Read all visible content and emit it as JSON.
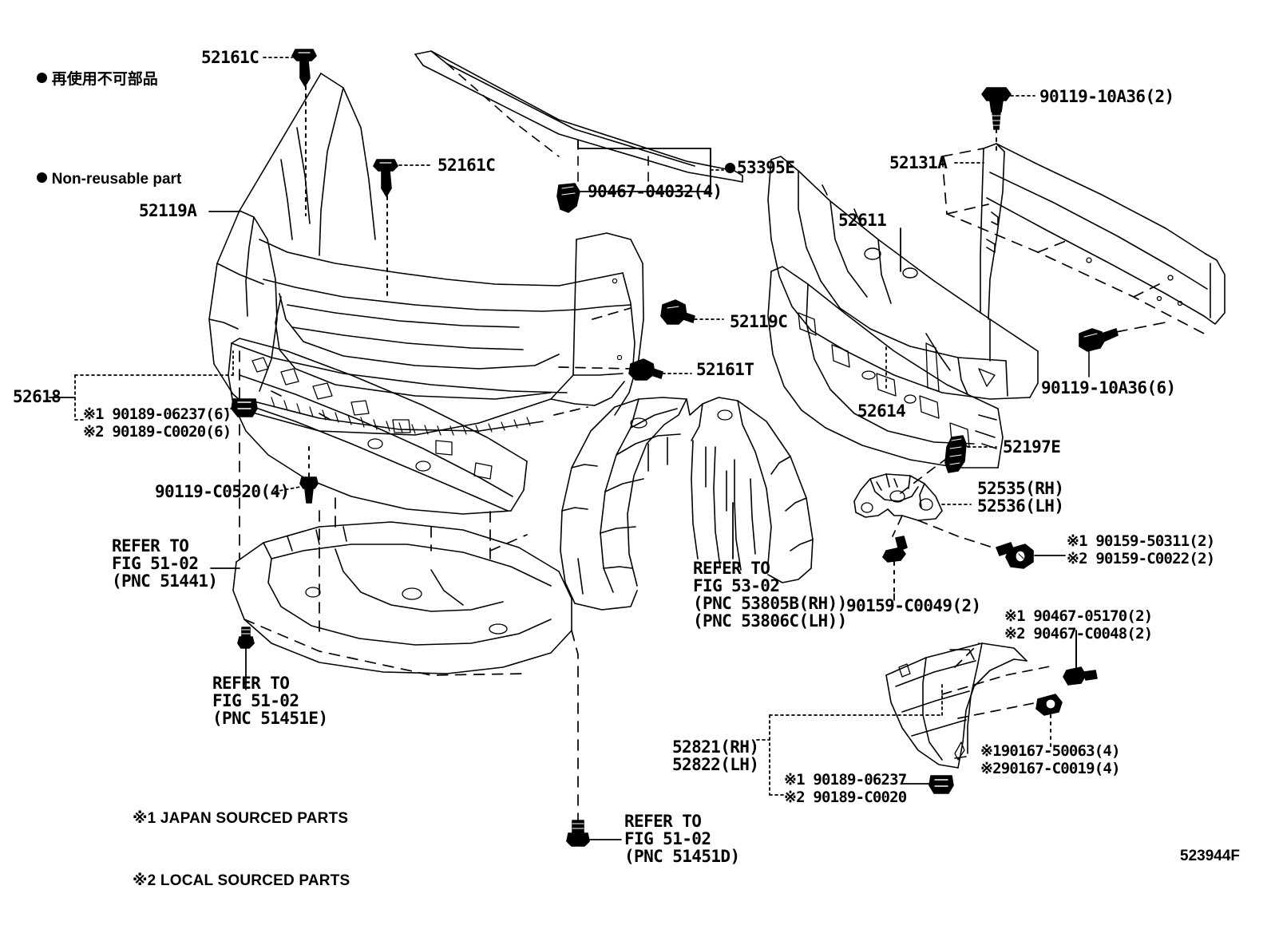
{
  "diagram": {
    "figure_id": "523944F",
    "legend": {
      "japanese": "再使用不可部品",
      "english": "Non-reusable part",
      "marker": "filled-circle"
    },
    "source_notes": [
      "※1 JAPAN SOURCED PARTS",
      "※2 LOCAL SOURCED PARTS"
    ],
    "labels": {
      "clip_52161c_top": "52161C",
      "bumper_cover_52119a": "52119A",
      "clip_52161c_mid": "52161C",
      "clip_90467_04032": "90467-04032(4)",
      "seal_53395e": "53395E",
      "bolt_90119_10a36_2": "90119-10A36(2)",
      "radiator_support_52131a": "52131A",
      "reinforcement_52611": "52611",
      "absorber_52614": "52614",
      "bolt_90119_10a36_6": "90119-10A36(6)",
      "retainer_52119c": "52119C",
      "clip_52161t": "52161T",
      "lower_cover_52618": "52618",
      "nut_52618_jp": "※1 90189-06237(6)",
      "nut_52618_local": "※2 90189-C0020(6)",
      "screw_90119_c0520": "90119-C0520(4)",
      "refer_51441": "REFER TO\nFIG 51-02\n(PNC 51441)",
      "refer_51451e": "REFER TO\nFIG 51-02\n(PNC 51451E)",
      "refer_51451d": "REFER TO\nFIG 51-02\n(PNC 51451D)",
      "refer_53805": "REFER TO\nFIG 53-02\n(PNC 53805B(RH))\n(PNC 53806C(LH))",
      "clip_52197e": "52197E",
      "bracket_52535_rh": "52535(RH)",
      "bracket_52536_lh": "52536(LH)",
      "bolt_90159_50311": "※1 90159-50311(2)",
      "bolt_90159_c0022": "※2 90159-C0022(2)",
      "screw_90159_c0049": "90159-C0049(2)",
      "clip_90467_05170": "※1 90467-05170(2)",
      "clip_90467_c0048": "※2 90467-C0048(2)",
      "spoiler_52821_rh": "52821(RH)",
      "spoiler_52822_lh": "52822(LH)",
      "nut_90189_06237": "※1 90189-06237",
      "nut_90189_c0020": "※2 90189-C0020",
      "screw_90167_50063": "※190167-50063(4)",
      "screw_90167_c0019": "※290167-C0019(4)"
    },
    "colors": {
      "line": "#000000",
      "background": "#ffffff"
    }
  }
}
